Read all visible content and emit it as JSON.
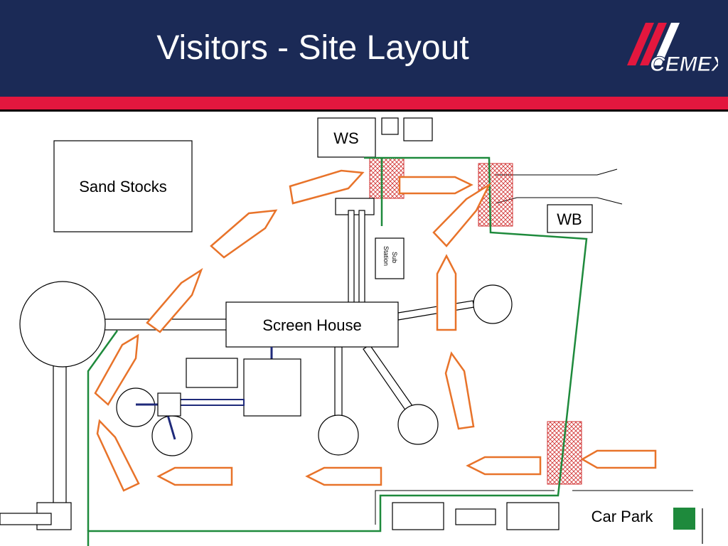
{
  "header": {
    "title": "Visitors - Site Layout",
    "logo_text": "CEMEX",
    "colors": {
      "navy": "#1b2a56",
      "red": "#e3173e"
    }
  },
  "diagram": {
    "labels": {
      "sand_stocks": "Sand Stocks",
      "ws": "WS",
      "wb": "WB",
      "screen_house": "Screen House",
      "sub_station_line1": "Sub",
      "sub_station_line2": "Station",
      "car_park": "Car Park"
    },
    "colors": {
      "route_arrows": "#e8732a",
      "walkway": "#1e8a3c",
      "conveyor": "#1f2a7a",
      "crossing_hatch": "#d03030",
      "car_park_marker": "#1e8a3c"
    }
  }
}
